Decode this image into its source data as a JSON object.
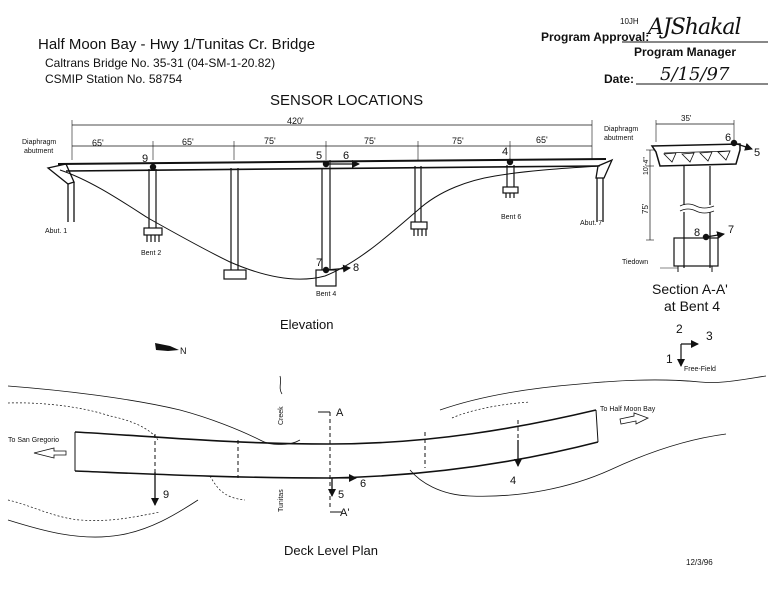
{
  "header": {
    "title": "Half Moon Bay - Hwy 1/Tunitas Cr. Bridge",
    "bridge_no": "Caltrans Bridge No. 35-31 (04-SM-1-20.82)",
    "station_no": "CSMIP Station No. 58754",
    "program_approval_label": "Program Approval:",
    "approval_initials": "10JH",
    "approval_signature": "AJShakal",
    "program_manager_label": "Program Manager",
    "date_label": "Date:",
    "date_value": "5/15/97"
  },
  "sensor_title": "SENSOR LOCATIONS",
  "elevation": {
    "label": "Elevation",
    "total_length": "420'",
    "spans": [
      "65'",
      "65'",
      "75'",
      "75'",
      "75'",
      "65'"
    ],
    "diaphragm_left": [
      "Diaphragm",
      "abutment"
    ],
    "diaphragm_right": [
      "Diaphragm",
      "abutment"
    ],
    "abut_left": "Abut. 1",
    "abut_right": "Abut. 7",
    "bent2": "Bent 2",
    "bent4": "Bent 4",
    "bent6": "Bent 6",
    "sensors": [
      "9",
      "5",
      "6",
      "4",
      "7",
      "8"
    ]
  },
  "section": {
    "title_line1": "Section A-A'",
    "title_line2": "at Bent 4",
    "width_dim": "35'",
    "depth_dim": "10'-4\"",
    "height_dim": "75'",
    "tiedown": "Tiedown",
    "sensors": [
      "6",
      "5",
      "8",
      "7"
    ]
  },
  "freefield": {
    "label": "Free-Field",
    "sensors": [
      "2",
      "3",
      "1"
    ]
  },
  "north": "N",
  "plan": {
    "label": "Deck Level Plan",
    "to_left": "To San Gregorio",
    "to_right": "To Half Moon Bay",
    "creek": "Creek",
    "tunitas": "Tunitas",
    "section_mark_top": "A",
    "section_mark_bottom": "A'",
    "sensors": [
      "9",
      "5",
      "6",
      "4"
    ]
  },
  "footer_date": "12/3/96"
}
